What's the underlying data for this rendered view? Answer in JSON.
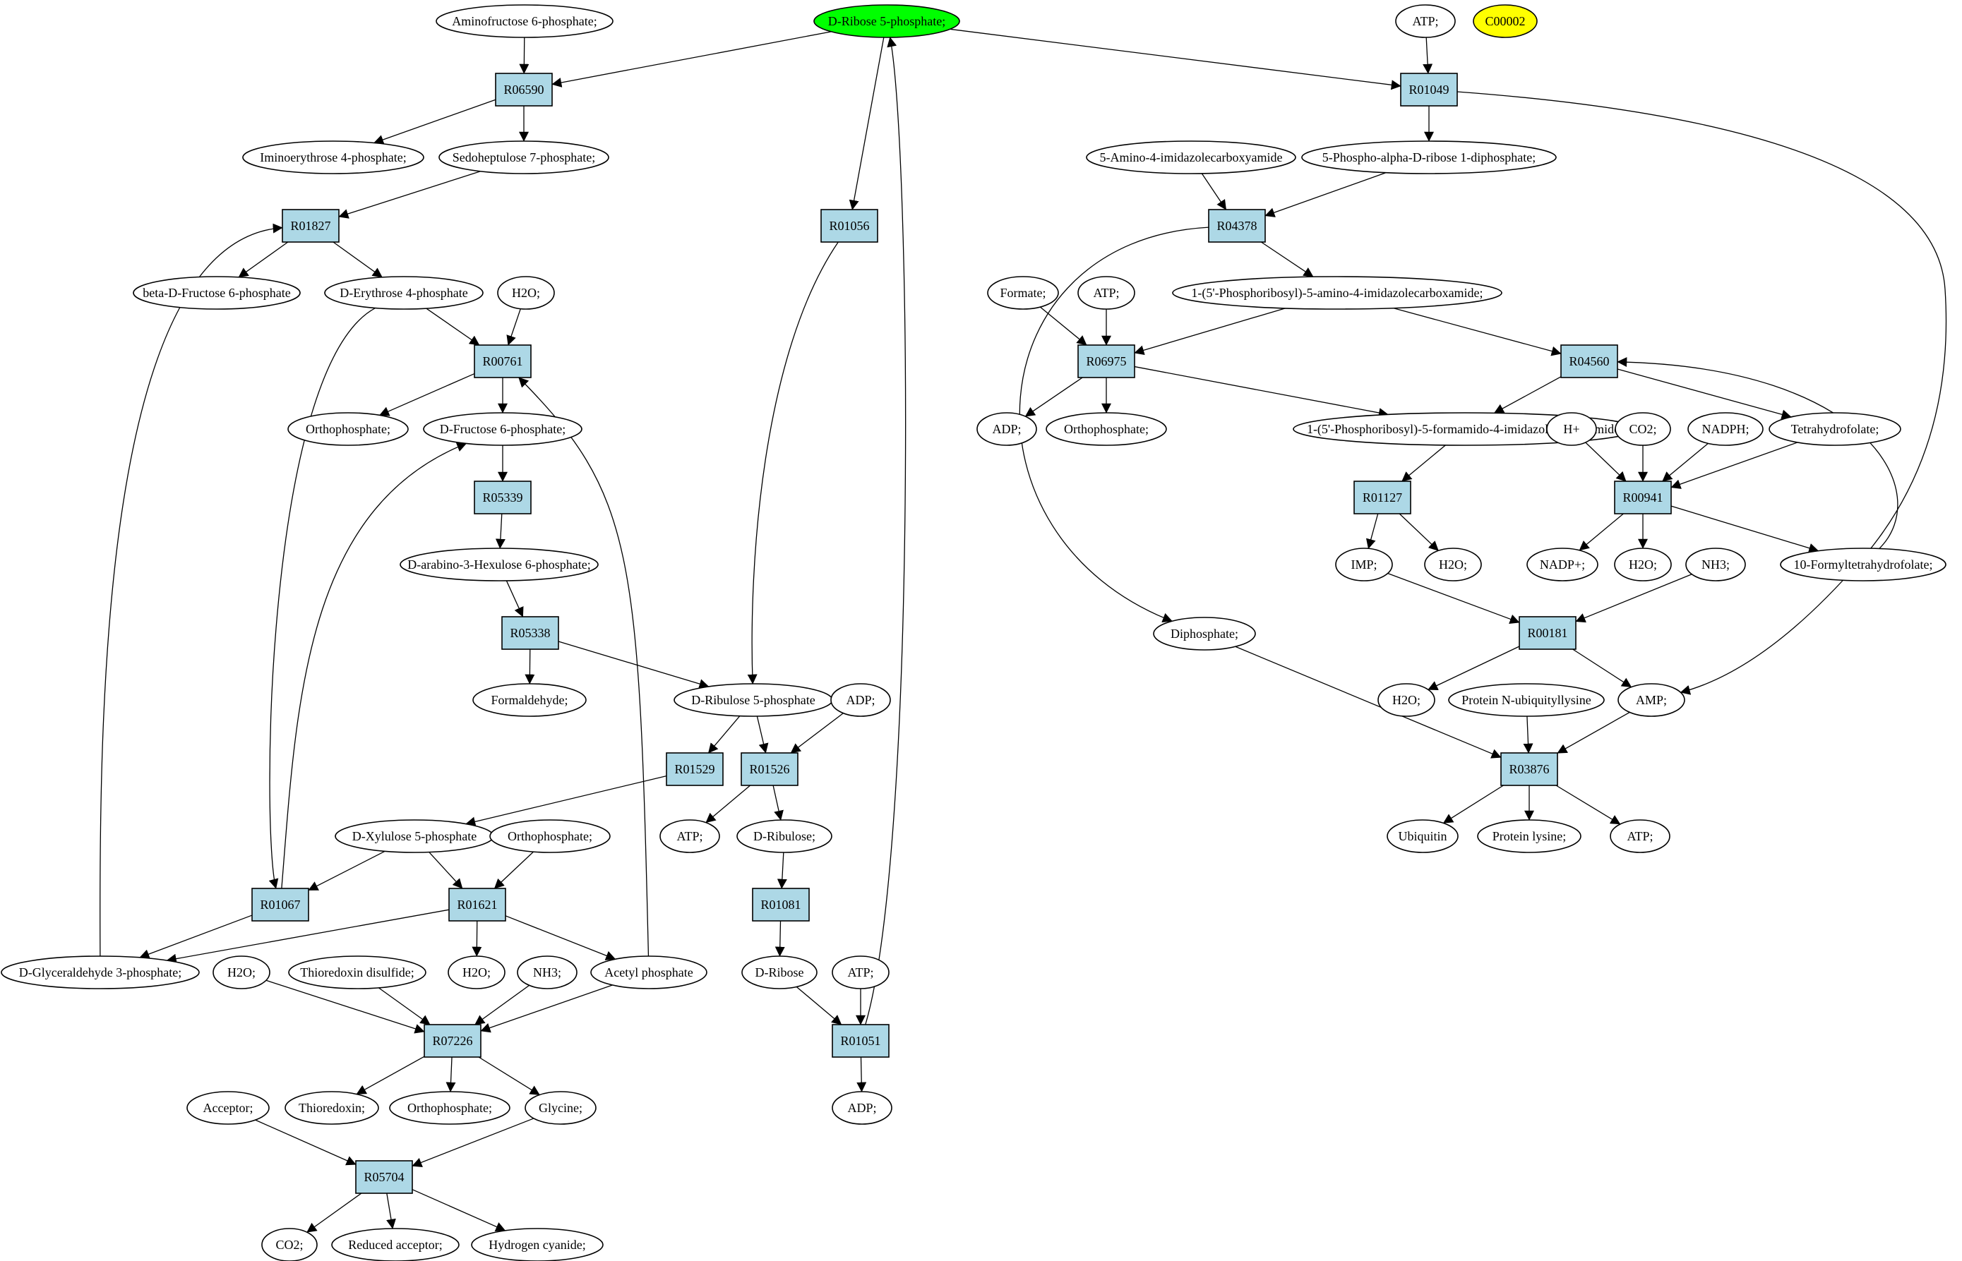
{
  "metabolites": {
    "aminofructose6p": "Aminofructose 6-phosphate;",
    "ribose5p": "D-Ribose 5-phosphate;",
    "atp_top": "ATP;",
    "c00002": "C00002",
    "iminoerythrose4p": "Iminoerythrose 4-phosphate;",
    "sedoheptulose7p": "Sedoheptulose 7-phosphate;",
    "aica": "5-Amino-4-imidazolecarboxyamide",
    "prpp": "5-Phospho-alpha-D-ribose 1-diphosphate;",
    "bdf6p": "beta-D-Fructose 6-phosphate",
    "erythrose4p": "D-Erythrose 4-phosphate",
    "h2o_r00761": "H2O;",
    "formate": "Formate;",
    "atp_r06975": "ATP;",
    "aicar": "1-(5'-Phosphoribosyl)-5-amino-4-imidazolecarboxamide;",
    "orthophosphate_r00761": "Orthophosphate;",
    "fructose6p": "D-Fructose 6-phosphate;",
    "adp_r06975": "ADP;",
    "orthophosphate_r06975": "Orthophosphate;",
    "faicar": "1-(5'-Phosphoribosyl)-5-formamido-4-imidazolecarboxamide;",
    "hplus": "H+",
    "co2_r00941": "CO2;",
    "nadph": "NADPH;",
    "thf": "Tetrahydrofolate;",
    "arabino3hexulose6p": "D-arabino-3-Hexulose 6-phosphate;",
    "imp": "IMP;",
    "h2o_r01127": "H2O;",
    "nadp": "NADP+;",
    "h2o_r00941": "H2O;",
    "nh3_r00181": "NH3;",
    "formylthf": "10-Formyltetrahydrofolate;",
    "diphosphate": "Diphosphate;",
    "formaldehyde": "Formaldehyde;",
    "ribulose5p": "D-Ribulose 5-phosphate",
    "adp_r01526": "ADP;",
    "h2o_r00181": "H2O;",
    "protein_ub_lys": "Protein N-ubiquityllysine",
    "amp": "AMP;",
    "xylulose5p": "D-Xylulose 5-phosphate",
    "orthophosphate_r01621": "Orthophosphate;",
    "atp_r01526": "ATP;",
    "ribulose": "D-Ribulose;",
    "ubiquitin": "Ubiquitin",
    "protein_lysine": "Protein lysine;",
    "atp_r03876": "ATP;",
    "gap": "D-Glyceraldehyde 3-phosphate;",
    "h2o_r07226": "H2O;",
    "thioredoxin_disulfide": "Thioredoxin disulfide;",
    "nh3_r07226": "NH3;",
    "h2o_r01621": "H2O;",
    "acetylphosphate": "Acetyl phosphate",
    "dribose": "D-Ribose",
    "atp_r01051": "ATP;",
    "thioredoxin": "Thioredoxin;",
    "orthophosphate_r07226": "Orthophosphate;",
    "glycine": "Glycine;",
    "acceptor": "Acceptor;",
    "adp_r01051": "ADP;",
    "co2_r05704": "CO2;",
    "reduced_acceptor": "Reduced acceptor;",
    "hydrogen_cyanide": "Hydrogen cyanide;"
  },
  "reactions": {
    "R06590": "R06590",
    "R01049": "R01049",
    "R01827": "R01827",
    "R01056": "R01056",
    "R04378": "R04378",
    "R00761": "R00761",
    "R06975": "R06975",
    "R04560": "R04560",
    "R05339": "R05339",
    "R01127": "R01127",
    "R00941": "R00941",
    "R05338": "R05338",
    "R00181": "R00181",
    "R01529": "R01529",
    "R01526": "R01526",
    "R03876": "R03876",
    "R01067": "R01067",
    "R01621": "R01621",
    "R01081": "R01081",
    "R07226": "R07226",
    "R01051": "R01051",
    "R05704": "R05704"
  },
  "colors": {
    "reaction_fill": "#add8e6",
    "highlight_green": "#00ff00",
    "highlight_yellow": "#ffff00",
    "node_fill": "#ffffff",
    "stroke": "#000000"
  }
}
